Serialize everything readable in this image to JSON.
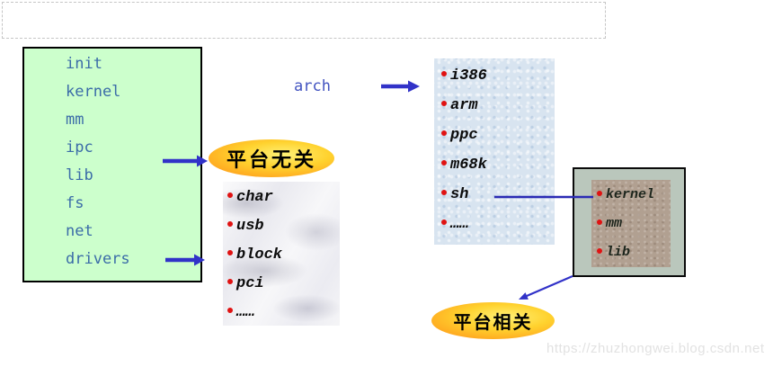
{
  "diagram": {
    "title_placeholder": "",
    "arch_label": "arch",
    "kernel_dirs": {
      "items": [
        "init",
        "kernel",
        "mm",
        "ipc",
        "lib",
        "fs",
        "net",
        "drivers"
      ]
    },
    "arch_ports": {
      "items": [
        "i386",
        "arm",
        "ppc",
        "m68k",
        "sh",
        "……"
      ]
    },
    "driver_types": {
      "items": [
        "char",
        "usb",
        "block",
        "pci",
        "……"
      ]
    },
    "arch_sh_subdirs": {
      "items": [
        "kernel",
        "mm",
        "lib"
      ]
    },
    "labels": {
      "platform_independent": "平台无关",
      "platform_dependent": "平台相关"
    },
    "watermark": "https://zhuzhongwei.blog.csdn.net",
    "colors": {
      "arrow_blue": "#3132c8",
      "list_text_blue": "#3b6ca8",
      "bullet_red": "#e01212",
      "box_green": "#ccffcc",
      "box_blue": "#d8e4f0",
      "box_outer_gray_green": "#bac7bc",
      "box_tan": "#b1a091",
      "ellipse_orange": "#f69312",
      "ellipse_yellow": "#fff176"
    }
  }
}
